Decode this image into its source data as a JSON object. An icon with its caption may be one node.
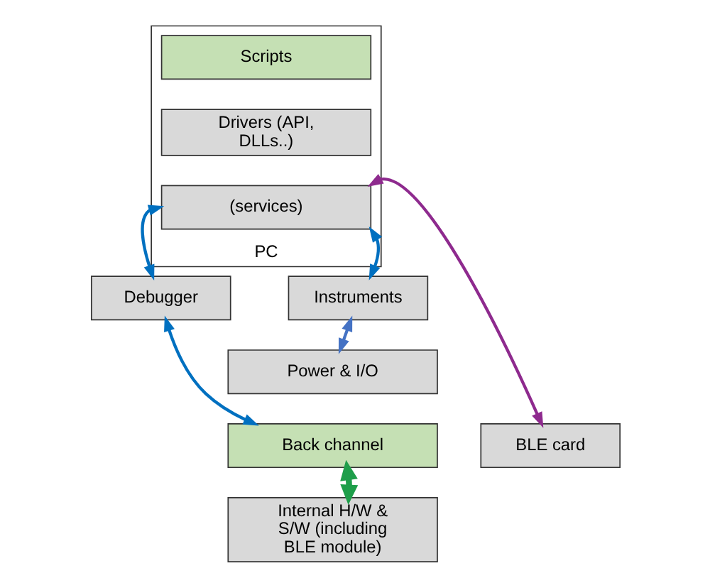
{
  "diagram": {
    "nodes": [
      {
        "text": [
          "PC"
        ]
      },
      {
        "text": [
          "Scripts"
        ],
        "in": 0
      },
      {
        "text": [
          "Drivers (API, DLLs..)"
        ],
        "in": 0
      },
      {
        "text": [
          "(services)"
        ],
        "in": 0
      },
      {
        "text": [
          "Debugger"
        ]
      },
      {
        "text": [
          "Instruments"
        ]
      },
      {
        "text": [
          "Power & I/O"
        ]
      },
      {
        "text": [
          "Back channel"
        ]
      },
      {
        "text": [
          "Internal H/W & S/W (including BLE module)"
        ]
      },
      {
        "text": [
          "BLE card"
        ]
      }
    ],
    "edges": [
      {
        "from": 3,
        "to": 4,
        "arrow": "both"
      },
      {
        "from": 3,
        "to": 5,
        "arrow": "both"
      },
      {
        "from": 3,
        "to": 9,
        "arrow": "both",
        "color": "#8e2a8e"
      },
      {
        "from": 4,
        "to": 7,
        "arrow": "both"
      },
      {
        "from": 5,
        "to": 6,
        "arrow": "both",
        "color": "#4472c4"
      },
      {
        "from": 7,
        "to": 8,
        "arrow": "both",
        "style": "thick",
        "color": "#1e9e4a"
      }
    ]
  }
}
